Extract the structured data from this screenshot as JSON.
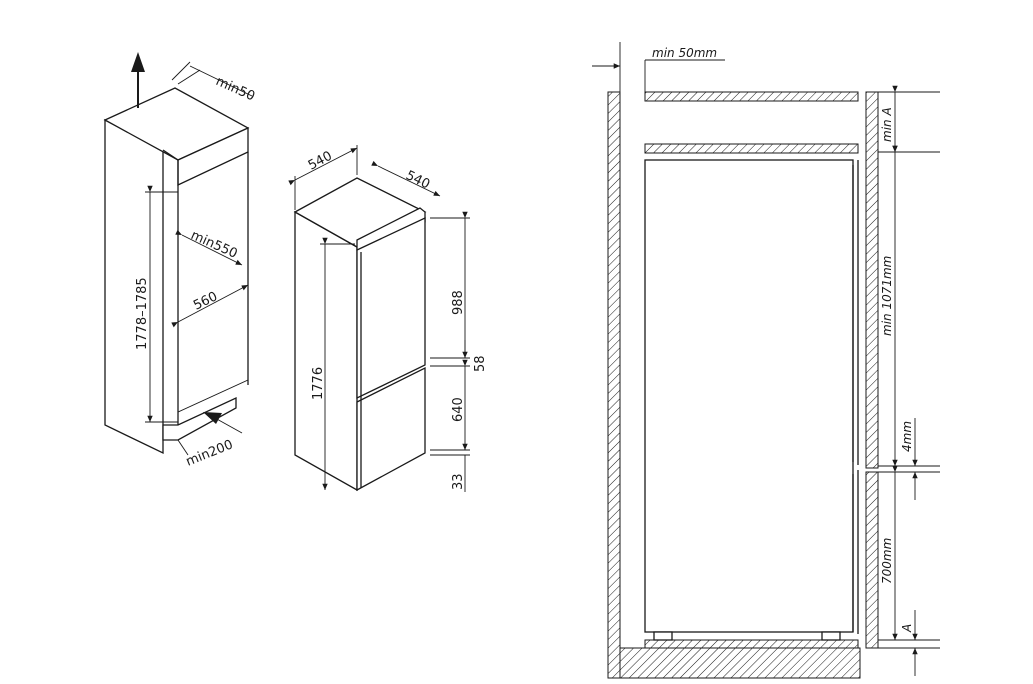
{
  "isometric_niche": {
    "labels": {
      "top_gap": "min50",
      "height": "1778–1785",
      "depth_inner": "min550",
      "width_inner": "560",
      "bottom_vent": "min200"
    }
  },
  "isometric_unit": {
    "labels": {
      "width": "540",
      "depth": "540",
      "total_height": "1776",
      "upper_door": "988",
      "gap": "58",
      "lower_door": "640",
      "base": "33"
    }
  },
  "side_section": {
    "labels": {
      "top_clearance": "min 50mm",
      "min_a": "min A",
      "min_height": "min 1071mm",
      "gap": "4mm",
      "lower_height": "700mm",
      "a": "A"
    }
  }
}
